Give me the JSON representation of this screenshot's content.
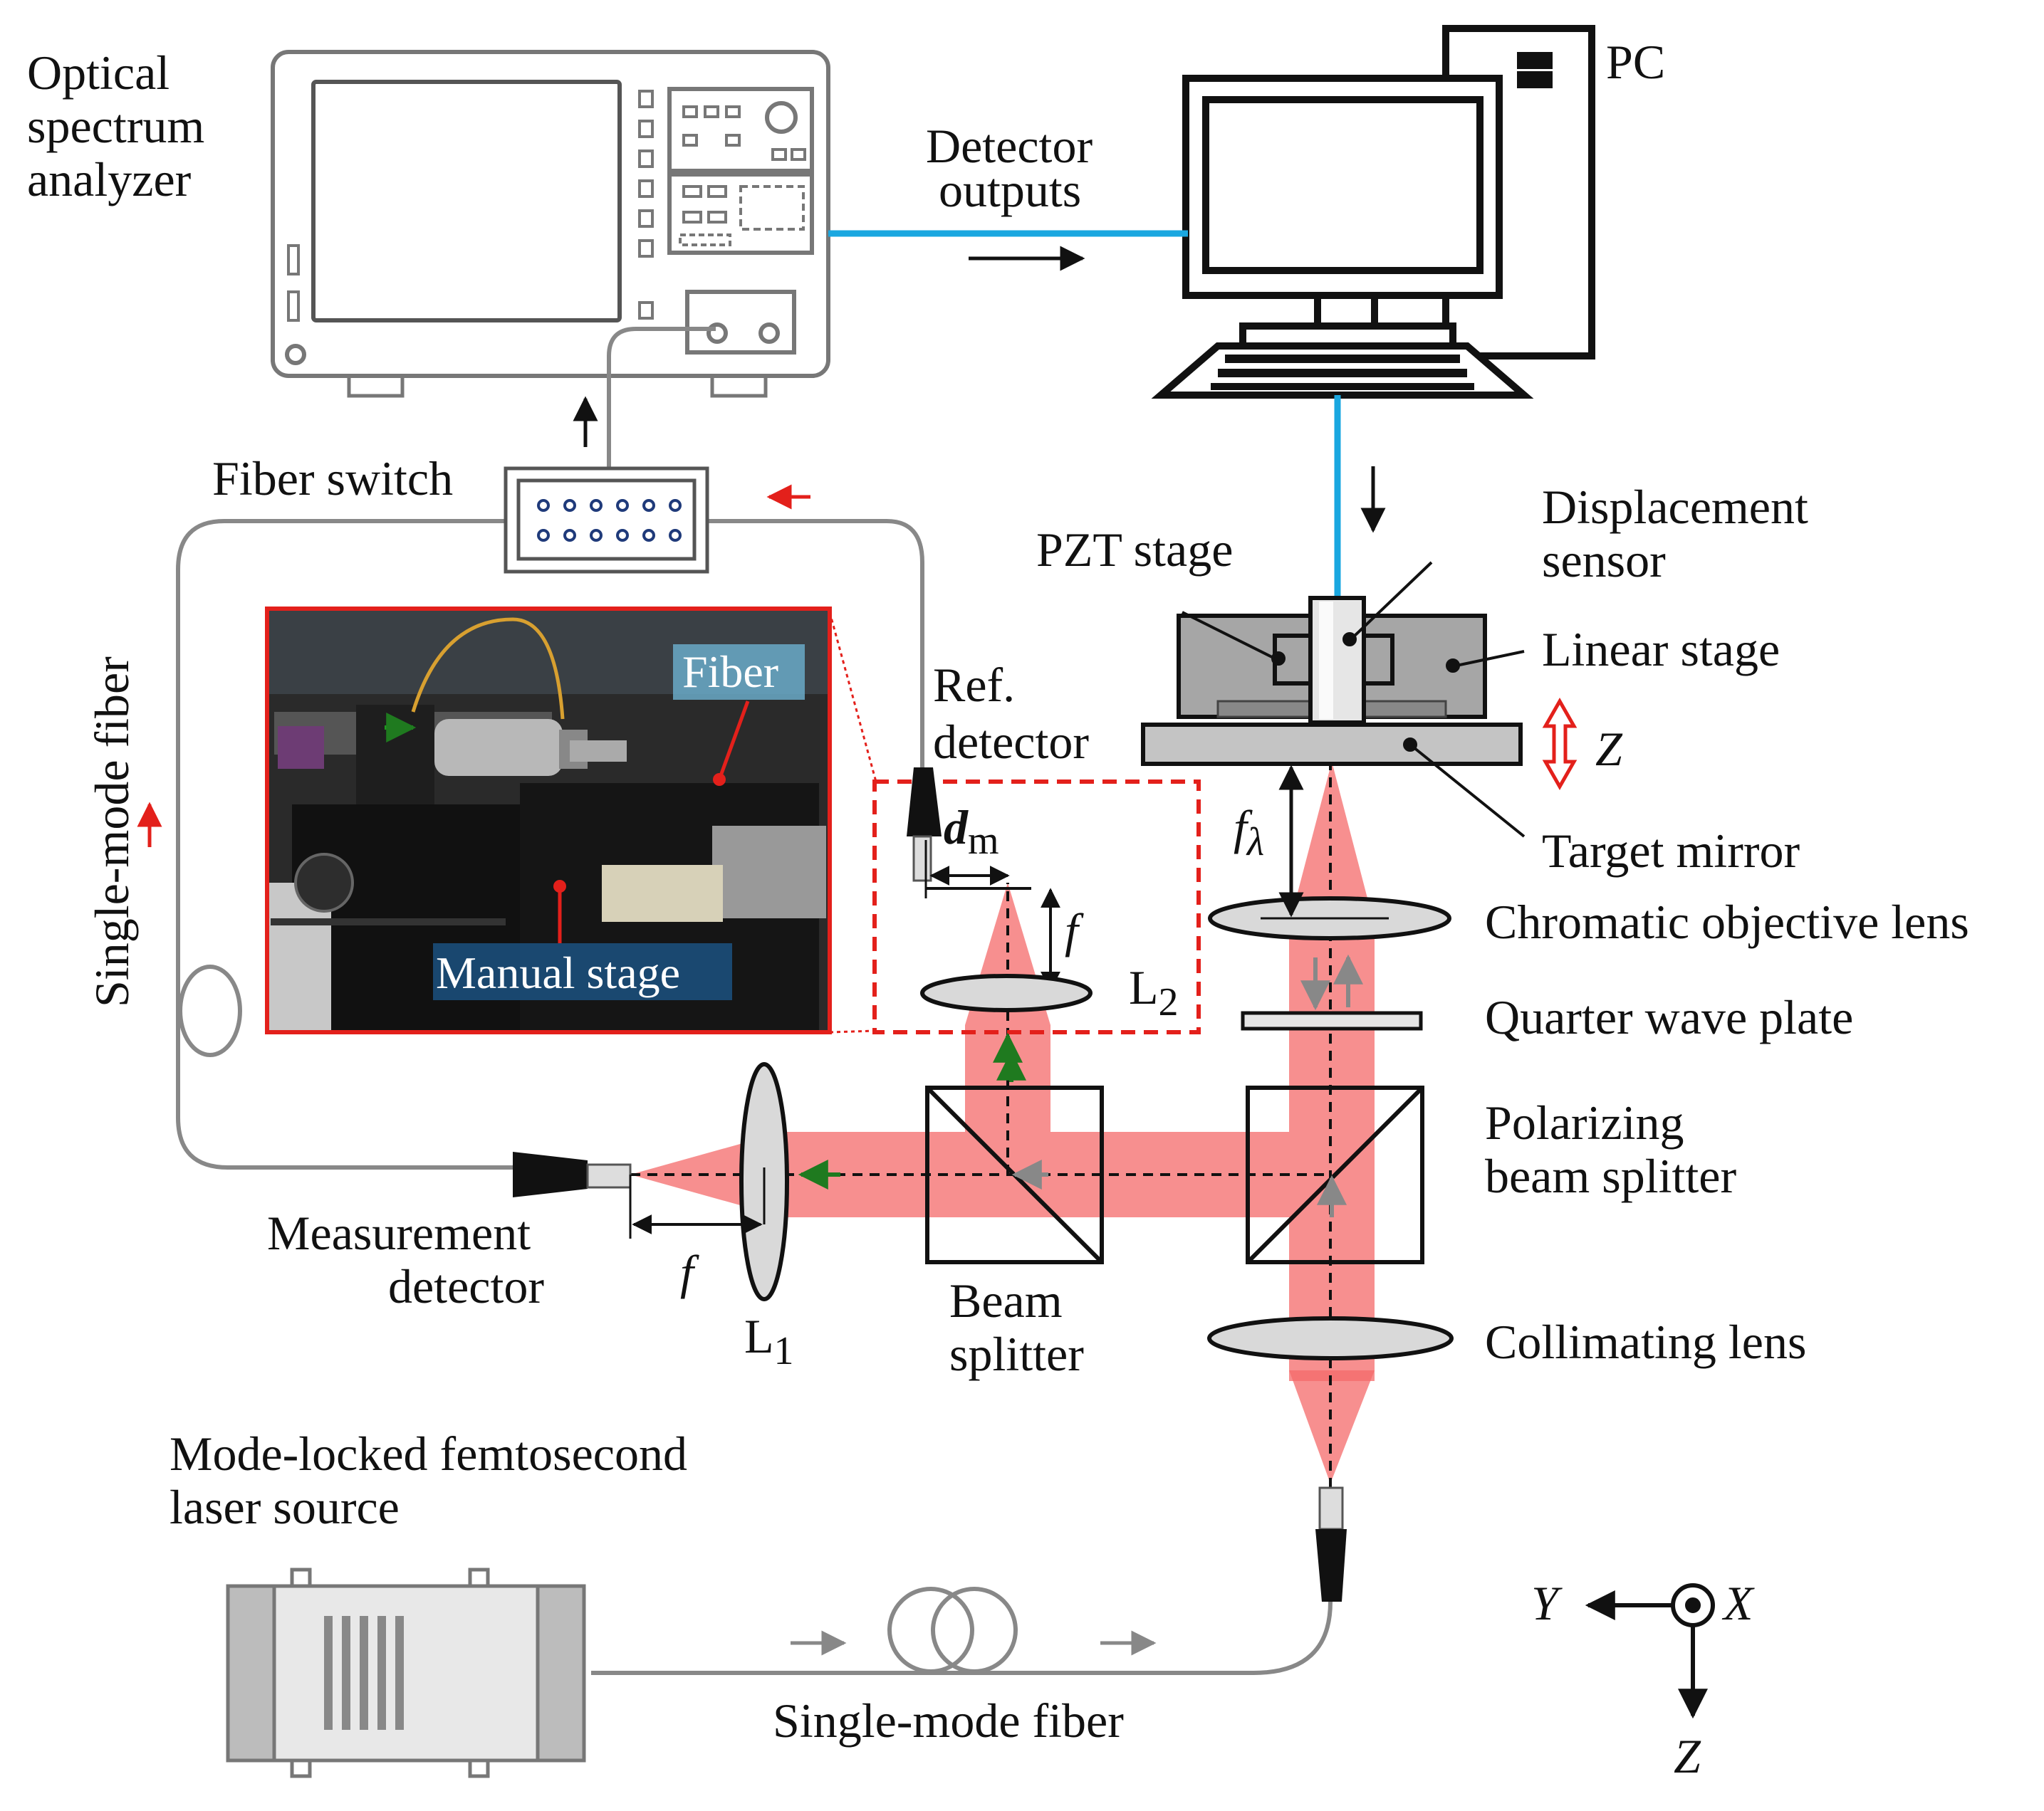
{
  "labels": {
    "osa_line1": "Optical",
    "osa_line2": "spectrum",
    "osa_line3": "analyzer",
    "pc": "PC",
    "detector_outputs_line1": "Detector",
    "detector_outputs_line2": "outputs",
    "fiber_switch": "Fiber switch",
    "single_mode_fiber_vertical": "Single-mode fiber",
    "photo_fiber": "Fiber",
    "photo_manual_stage": "Manual stage",
    "ref_detector_line1": "Ref.",
    "ref_detector_line2": "detector",
    "dm_main": "d",
    "dm_sub": "m",
    "f_ref": "f",
    "l2_main": "L",
    "l2_sub": "2",
    "pzt_stage": "PZT stage",
    "displacement_sensor_line1": "Displacement",
    "displacement_sensor_line2": "sensor",
    "linear_stage": "Linear stage",
    "z_axis": "Z",
    "target_mirror": "Target mirror",
    "f_lambda_main": "f",
    "f_lambda_sub": "λ",
    "chromatic_objective_lens": "Chromatic objective lens",
    "quarter_wave_plate": "Quarter wave plate",
    "polarizing_bs_line1": "Polarizing",
    "polarizing_bs_line2": "beam splitter",
    "measurement_detector_line1": "Measurement",
    "measurement_detector_line2": "detector",
    "f_meas": "f",
    "l1_main": "L",
    "l1_sub": "1",
    "beam_splitter_line1": "Beam",
    "beam_splitter_line2": "splitter",
    "collimating_lens": "Collimating lens",
    "laser_line1": "Mode-locked femtosecond",
    "laser_line2": "laser source",
    "single_mode_fiber_bottom": "Single-mode fiber",
    "coord_y": "Y",
    "coord_x": "X",
    "coord_z": "Z"
  },
  "colors": {
    "beam": "#f46a6a",
    "cable": "#1aa7e0",
    "fiber": "#888888",
    "highlight": "#e3201b",
    "green_arrow": "#1f7a1f",
    "stage_gray": "#9a9a9a"
  }
}
